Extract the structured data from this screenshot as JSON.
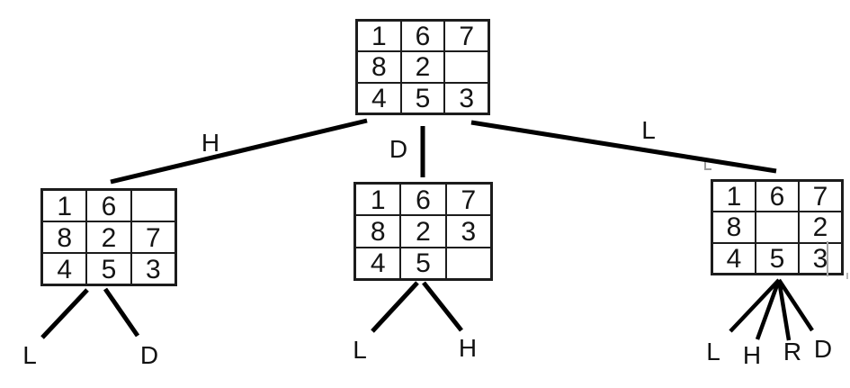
{
  "diagram": {
    "type": "search-tree",
    "subject": "8-puzzle states",
    "colors": {
      "background": "#ffffff",
      "line": "#000000",
      "grid_border": "#1c1c1c",
      "text": "#111111",
      "artifact_gray": "#9a9a9a"
    },
    "nodes": {
      "root": {
        "cells": [
          [
            "1",
            "6",
            "7"
          ],
          [
            "8",
            "2",
            ""
          ],
          [
            "4",
            "5",
            "3"
          ]
        ]
      },
      "left": {
        "cells": [
          [
            "1",
            "6",
            ""
          ],
          [
            "8",
            "2",
            "7"
          ],
          [
            "4",
            "5",
            "3"
          ]
        ],
        "stub_labels": [
          "L",
          "D"
        ]
      },
      "middle": {
        "cells": [
          [
            "1",
            "6",
            "7"
          ],
          [
            "8",
            "2",
            "3"
          ],
          [
            "4",
            "5",
            ""
          ]
        ],
        "stub_labels": [
          "L",
          "H"
        ]
      },
      "right": {
        "cells": [
          [
            "1",
            "6",
            "7"
          ],
          [
            "8",
            "",
            "2"
          ],
          [
            "4",
            "5",
            "3"
          ]
        ],
        "stub_labels": [
          "L",
          "H",
          "R",
          "D"
        ]
      }
    },
    "edge_labels": {
      "root_left": "H",
      "root_middle": "D",
      "root_right": "L"
    }
  }
}
